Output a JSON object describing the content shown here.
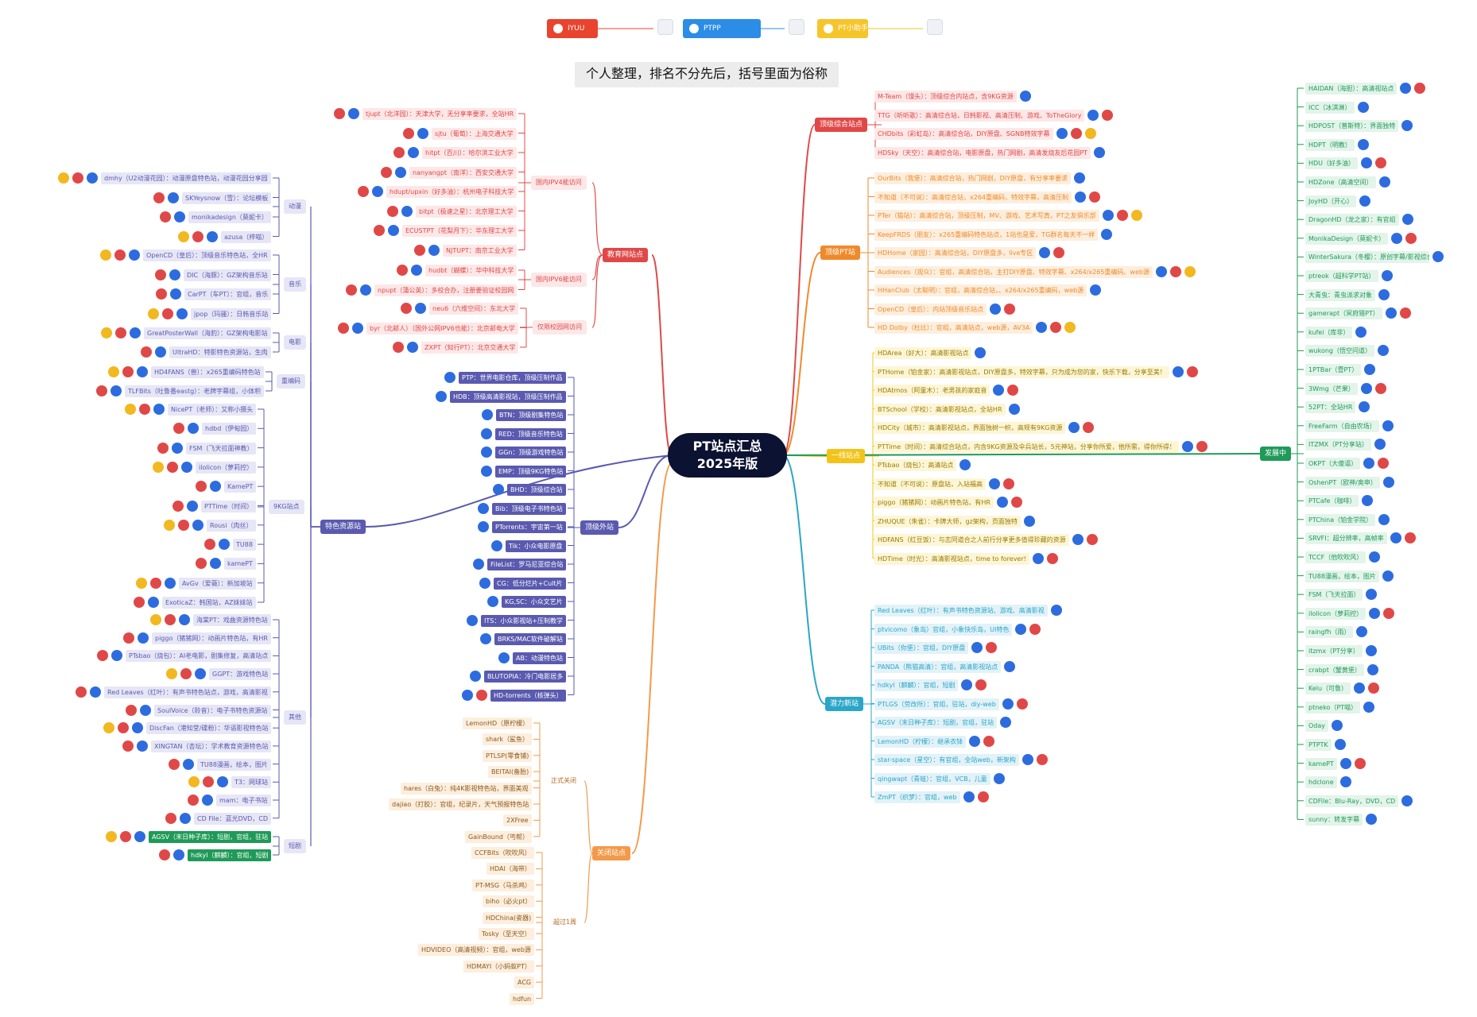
{
  "colors": {
    "red": "#e04848",
    "orange": "#ef8a2c",
    "yellow": "#f2c418",
    "blue": "#2d6cdf",
    "green": "#1f9a58",
    "purple": "#5a5ab0",
    "teal": "#2aa6c8",
    "peach": "#f39a4a",
    "center": "#0b1232"
  },
  "legend": [
    {
      "label": "IYUU",
      "color": "#e8442e"
    },
    {
      "label": "PTPP",
      "color": "#2b8de6"
    },
    {
      "label": "PT小助手",
      "color": "#f6c52a"
    }
  ],
  "note": "个人整理，排名不分先后，括号里面为俗称",
  "center": {
    "line1": "PT站点汇总",
    "line2": "2025年版"
  },
  "right": [
    {
      "label": "顶级综合站点",
      "color": "#e04848",
      "bg": "#fde7e7",
      "items": [
        "M-Team（馒头）：顶级综合内站点，含9KG资源",
        "TTG（听听歌）：高清综合站，日韩影视、高清压制、游戏、ToTheGlory",
        "CHDbits（彩虹岛）：高清综合站，DIY原盘、SGNB特效字幕",
        "HDSky（天空）：高清综合站，电影原盘，热门网剧，高清发烧友后花园PT"
      ]
    },
    {
      "label": "顶级PT站",
      "color": "#ef8a2c",
      "bg": "#fdeedd",
      "items": [
        "OurBits（我堡）：高清综合站，热门网剧，DIY原盘，有分享率要求",
        "不知道（不可说）：高清综合站，x264重编码，特效字幕，高清压制",
        "PTer（猫站）：高清综合站，顶级压制，MV、游戏、艺术写真，PT之友俱乐部",
        "KeepFRDS（朋友）：x265重编码特色站点，1站也是爱，TG群名每天不一样",
        "HDHome（家园）：高清综合站，DIY原盘多，live专区",
        "Audiences（观众）：官组，高清综合站，主打DIY原盘、特效字幕、x264/x265重编码、web源",
        "HHanClub（太聪明）：官组，高清综合站，、x264/x265重编码，web源",
        "OpenCD（皇后）：内站顶级音乐站点",
        "HD Dolby（杜比）：官组，高清站点，web源，AV3A"
      ]
    },
    {
      "label": "一线站点",
      "color": "#f2c418",
      "bg": "#fdf6d6",
      "items": [
        "HDArea（好大）：高清影视站点",
        "PTHome（铂金家）：高清影视站点，DIY原盘多，特效字幕，只为成为您的家，快乐下载，分享至美！",
        "HDAtmos（阿童木）：老男孩的家庭音",
        "BTSchool（学校）：高清影视站点，全站HR",
        "HDCity（城市）：高清影视站点，界面独树一帜，高规有9KG资源",
        "PTTime（时间）：高清综合站点，内含9KG资源及伞兵站长，5元神站，分享你所爱，他所需，得你所得！",
        "PTsbao（烧包）：高清站点",
        "不知道（不可说）：原盘站，入站福高",
        "piggo（猪猪网）：动画片特色站，有HR",
        "ZHUQUE（朱雀）：卡牌大师，gz架构，页面独特",
        "HDFANS（红豆饭）：与志同道合之人前行分享更多值得珍藏的资源",
        "HDTime（时光）：高清影视站点，time to forever!"
      ]
    },
    {
      "label": "潜力新站",
      "color": "#2aa6c8",
      "bg": "#e2f2f8",
      "items": [
        "Red Leaves（红叶）：有声书特色资源站、游戏、高清影视",
        "ptvicomo（象岛）官组，小象快乐岛，UI特色",
        "UBits（你堡）：官组，DIY原盘",
        "PANDA（熊猫高清）：官组，高清影视站点",
        "hdkyl（麒麟）：官组，短剧",
        "PTLGS（劳改所）：官组，驻站，diy-web",
        "AGSV（末日种子库）：短剧，官组，驻站",
        "LemonHD（柠檬）：继承衣钵",
        "star-space（星空）：有官组，全站web，新架构",
        "qingwapt（青蛙）：官组，VCB，儿童",
        "ZmPT（织梦）：官组，web"
      ]
    }
  ],
  "developing": {
    "label": "发展中",
    "color": "#1f9a58",
    "items": [
      "HAIDAN（海胆）：高清视站点",
      "ICC（冰淇淋）",
      "HDPOST（普斯特）：界面独特",
      "HDPT（明教）",
      "HDU（好多油）",
      "HDZone（高清空间）",
      "JoyHD（开心）",
      "DragonHD（龙之家）：有官组",
      "MonikaDesign（莫妮卡）",
      "WinterSakura（冬樱）：原创字幕/影视综合",
      "ptreok（超科学PT站）",
      "大青虫：青虫派求对象",
      "gamerapt（冥府猎PT）",
      "kufei（库非）",
      "wukong（悟空问道）",
      "1PTBar（壹PT）",
      "3Wmg（芒果）",
      "52PT：全站HR",
      "FreeFarm（自由农场）",
      "ITZMX（PT分享站）",
      "OKPT（大傻逼）",
      "OshenPT（欧神/奥申）",
      "PTCafe（咖啡）",
      "PTChina（铂金学院）",
      "SRVFI：超分辨率，高帧率",
      "TCCF（他吹吹风）",
      "TU88漫画，绘本，图片",
      "FSM（飞天拉面）",
      "ilolicon（萝莉控）",
      "raingfh（雨）",
      "itzmx（PT分享）",
      "crabpt（蟹黄堡）",
      "Kelu（可鲁）",
      "ptneko（PT喵）",
      "Oday",
      "PTPTK",
      "kamePT",
      "hdclone",
      "CDFile：Blu-Ray，DVD，CD",
      "sunny：转发字幕"
    ]
  },
  "left": [
    {
      "label": "教育网站点",
      "color": "#e04848",
      "bg": "#fde7e7",
      "groups": [
        {
          "label": "国内IPV4能访问",
          "items": [
            "tjupt（北洋园）：天津大学，无分享率要求，全站HR",
            "sjtu（葡萄）：上海交通大学",
            "hitpt（百川）：哈尔滨工业大学",
            "nanyangpt（南洋）：西安交通大学",
            "hdupt/upxin（好多油）：杭州电子科技大学",
            "bitpt（极速之星）：北京理工大学",
            "ECUSTPT（花梨月下）：华东理工大学",
            "NJTUPT：南京工业大学"
          ]
        },
        {
          "label": "国内IPV6能访问",
          "items": [
            "hudbt（蝴蝶）：华中科技大学",
            "npupt（蒲公英）：多校合办，注册要验证校园网"
          ]
        },
        {
          "label": "仅限校园网访问",
          "items": [
            "neu6（六维空间）：东北大学",
            "byr（北邮人）（国外公网IPV6也能）：北京邮电大学",
            "ZXPT（知行PT）：北京交通大学"
          ]
        }
      ]
    },
    {
      "label": "顶级外站",
      "color": "#5a5ab0",
      "bg": "#e6e6f6",
      "items": [
        "PTP：世界电影仓库，顶级压制作品",
        "HDB：顶级高清影视站，顶级压制作品",
        "BTN：顶级剧集特色站",
        "RED：顶级音乐特色站",
        "GGn：顶级游戏特色站",
        "EMP：顶级9KG特色站",
        "BHD：顶级综合站",
        "Bib：顶级电子书特色站",
        "PTorrents：宇宙第一站",
        "Tik：小众电影原盘",
        "FileList：罗马尼亚综合站",
        "CG：低分烂片+Cult片",
        "KG,SC：小众文艺片",
        "ITS：小众影视站+压制教学",
        "BRKS/MAC软件破解站",
        "AB：动漫特色站",
        "BLUTOPIA：冷门电影居多",
        "HD-torrents（核弹头）"
      ]
    },
    {
      "label": "特色资源站",
      "color": "#5a5ab0",
      "bg": "#e6e6f6",
      "groups": [
        {
          "label": "动漫",
          "items": [
            "dmhy（U2动漫花园）：动漫原盘特色站，动漫花园分享园",
            "SKYeysnow（雪）：论坛模板",
            "monikadesign（莫妮卡）",
            "azusa（梓喵）"
          ]
        },
        {
          "label": "音乐",
          "items": [
            "OpenCD（皇后）：顶级音乐特色站，全HR",
            "DIC（海豚）：GZ架构音乐站",
            "CarPT（车PT）：官组，音乐",
            "jpop（玛骚）：日韩音乐站"
          ]
        },
        {
          "label": "电影",
          "items": [
            "GreatPosterWall（海豹）：GZ架构电影站",
            "UltraHD：特影特色资源站，生肉"
          ]
        },
        {
          "label": "重编码",
          "items": [
            "HD4FANS（兽）：x265重编码特色站",
            "TLFBits（吐鲁番eastg）：老牌字幕组，小体积"
          ]
        },
        {
          "label": "9KG站点",
          "items": [
            "NicePT（老师）：又称小摄头",
            "hdbd（伊甸园）",
            "FSM（飞天拉面神教）",
            "ilolicon（萝莉控）",
            "KamePT",
            "PTTime（时间）",
            "Rousi（肉丝）",
            "TU88",
            "kamePT",
            "AvGv（爱薇）：新加坡站",
            "ExoticaZ：韩国站，AZ妹妹站"
          ]
        },
        {
          "label": "其他",
          "items": [
            "海棠PT：戏曲资源特色站",
            "piggo（猪猪网）：动画片特色站，有HR",
            "PTsbao（烧包）：AI老电影，剧集修复，高清站点",
            "GGPT：游戏特色站",
            "Red Leaves（红叶）：有声书特色站点，游戏，高清影视",
            "SoulVoice（聆音）：电子书特色资源站",
            "DiscFan（港知堂/碟粉）：华语影视特色站",
            "XINGTAN（杏坛）：学术教育资源特色站",
            "TU88漫画，绘本，图片",
            "T3：网球站",
            "mam：电子书站",
            "CD File：蓝光DVD，CD"
          ]
        },
        {
          "label": "短剧",
          "items": [
            "AGSV（末日种子库）：短剧，官组，驻站",
            "hdkyl（麒麟）：官组，短剧"
          ]
        }
      ]
    },
    {
      "label": "关闭站点",
      "color": "#f39a4a",
      "bg": "#fdeedd",
      "groups": [
        {
          "label": "正式关闭",
          "items": [
            "LemonHD（原柠檬）",
            "shark（鲨鱼）",
            "PTLSP(零食铺)",
            "BEITAI(备胎)",
            "hares（白兔）：纯4K影视特色站，界面美观",
            "dajiao（打胶）：官组，纪录片，天气预报特色站",
            "2XFree",
            "GainBound（丐帮）"
          ]
        },
        {
          "label": "超过1周",
          "items": [
            "CCFBits（吹吹风）",
            "HDAI（海带）",
            "PT-MSG（马杀鸡）",
            "biho（必火pt）",
            "HDChina(瓷器)",
            "Tosky（至天空）",
            "HDVIDEO（高清视频）：官组，web源",
            "HDMAYI（小蚂蚁PT）",
            "ACG",
            "hdfun"
          ]
        }
      ]
    }
  ]
}
